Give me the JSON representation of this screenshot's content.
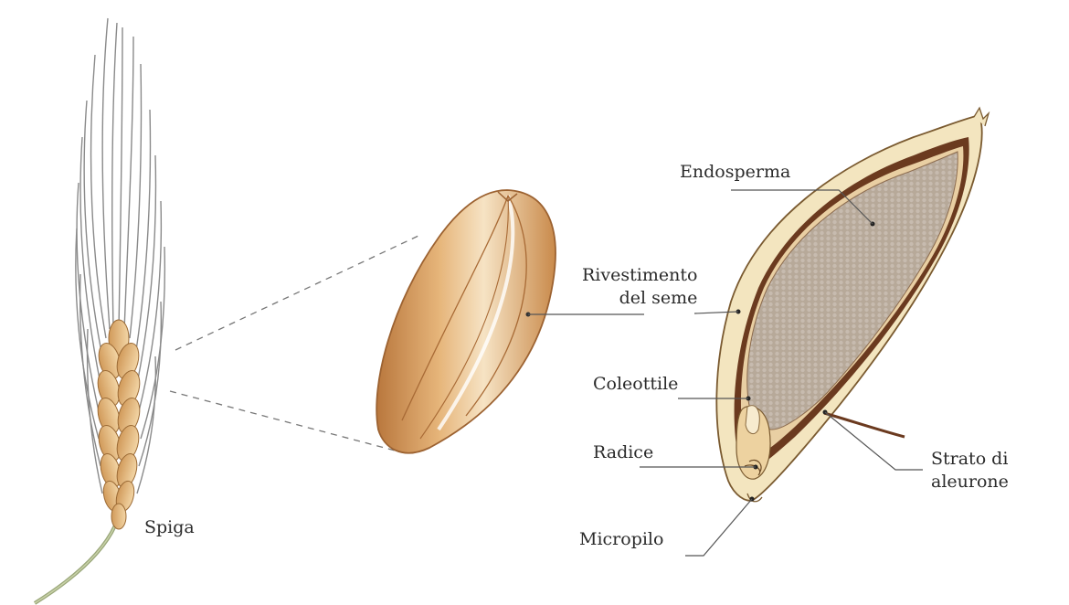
{
  "labels": {
    "spiga": "Spiga",
    "rivestimento": "Rivestimento\ndel seme",
    "endosperma": "Endosperma",
    "coleottile": "Coleottile",
    "radice": "Radice",
    "micropilo": "Micropilo",
    "aleurone": "Strato di\naleurone"
  },
  "colors": {
    "leader_line": "#555555",
    "endosperm": "#b9ab9e",
    "seed_coat": "#6b3a1f",
    "pericarp": "#f3e5bf",
    "grain": "#d9a46a",
    "awn": "#8a8a8a"
  },
  "icons": [
    "wheat-ear-illustration",
    "wheat-grain-illustration",
    "grain-cross-section-illustration"
  ]
}
